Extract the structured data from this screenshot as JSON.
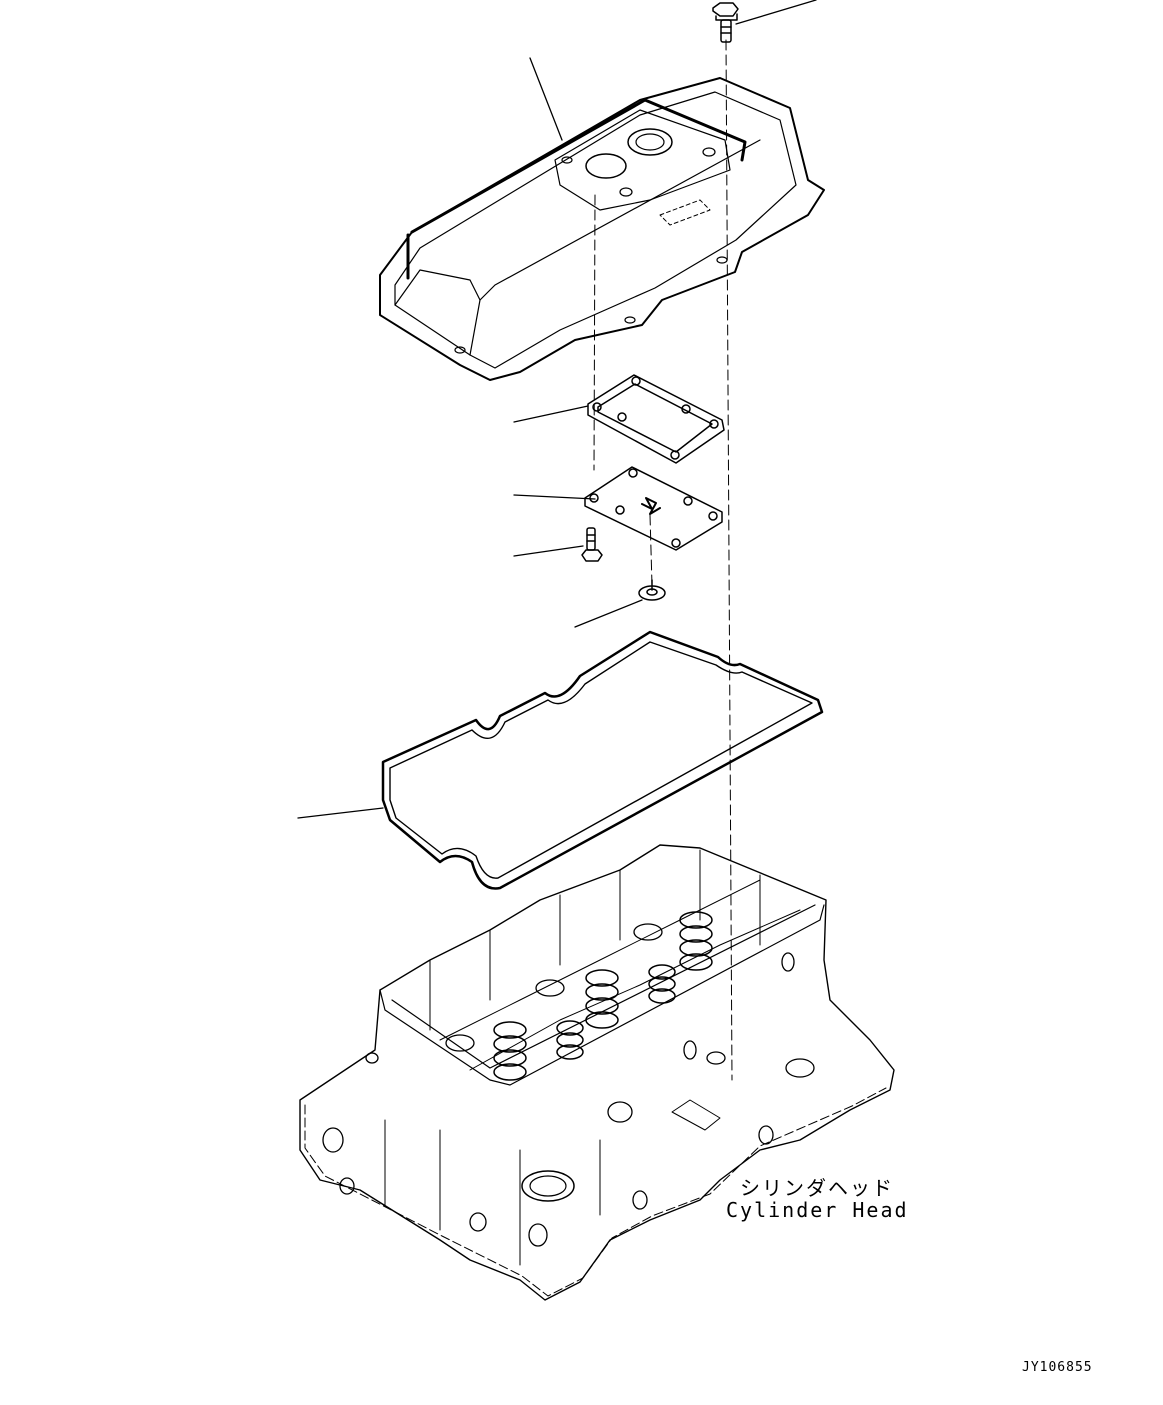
{
  "diagram": {
    "part_label_jp": "シリンダヘッド",
    "part_label_en": "Cylinder Head",
    "drawing_code": "JY106855"
  }
}
